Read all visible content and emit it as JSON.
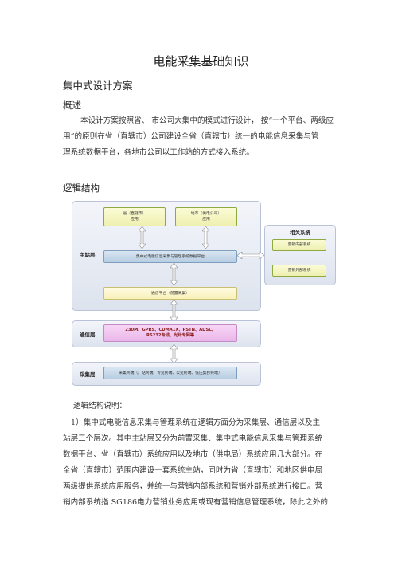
{
  "doc": {
    "title": "电能采集基础知识",
    "section": "集中式设计方案",
    "subsection": "概述",
    "overview_lines": [
      "本设计方案按照省、 市公司大集中的模式进行设计， 按“一个平台、两级应",
      "用”的原则在省（直辖市）公司建设全省（直辖市）统一的电能信息采集与管",
      "理系统数据平台，各地市公司以工作站的方式接入系统。"
    ],
    "logic_heading": "逻辑结构",
    "logic_desc_label": "逻辑结构说明：",
    "logic_lines": [
      "1）集中式电能信息采集与管理系统在逻辑方面分为采集层、通信层以及主",
      "站层三个层次。其中主站层又分为前置采集、集中式电能信息采集与管理系统",
      "数据平台、省（直辖市）系统应用以及地市（供电局）系统应用几大部分。在",
      "全省（直辖市）范围内建设一套系统主站，同时为省（直辖市）和地区供电局",
      "两级提供系统应用服务，并统一与营销内部系统和营销外部系统进行接口。营",
      "销内部系统指  SG186电力营销业务应用或现有营销信息管理系统，除此之外的"
    ]
  },
  "diagram": {
    "layer_master": "主站层",
    "layer_comm": "通信层",
    "layer_collect": "采集层",
    "box_province": [
      "省（直辖市）",
      "应用"
    ],
    "box_city": [
      "地市（供电公司）",
      "应用"
    ],
    "box_platform": "集中式电能信息采集与管理系统数据平台",
    "box_front": "通信平台（前置采集）",
    "box_comm": [
      "230M、GPRS、CDMA1X、PSTN、ADSL、",
      "RS232专线、光纤专网等"
    ],
    "box_collect": "采集终端（厂站终端、专变终端、公变终端、低压集抄终端）",
    "related_title": "相关系统",
    "related_internal": "营销内部系统",
    "related_external": "营销外部系统"
  }
}
